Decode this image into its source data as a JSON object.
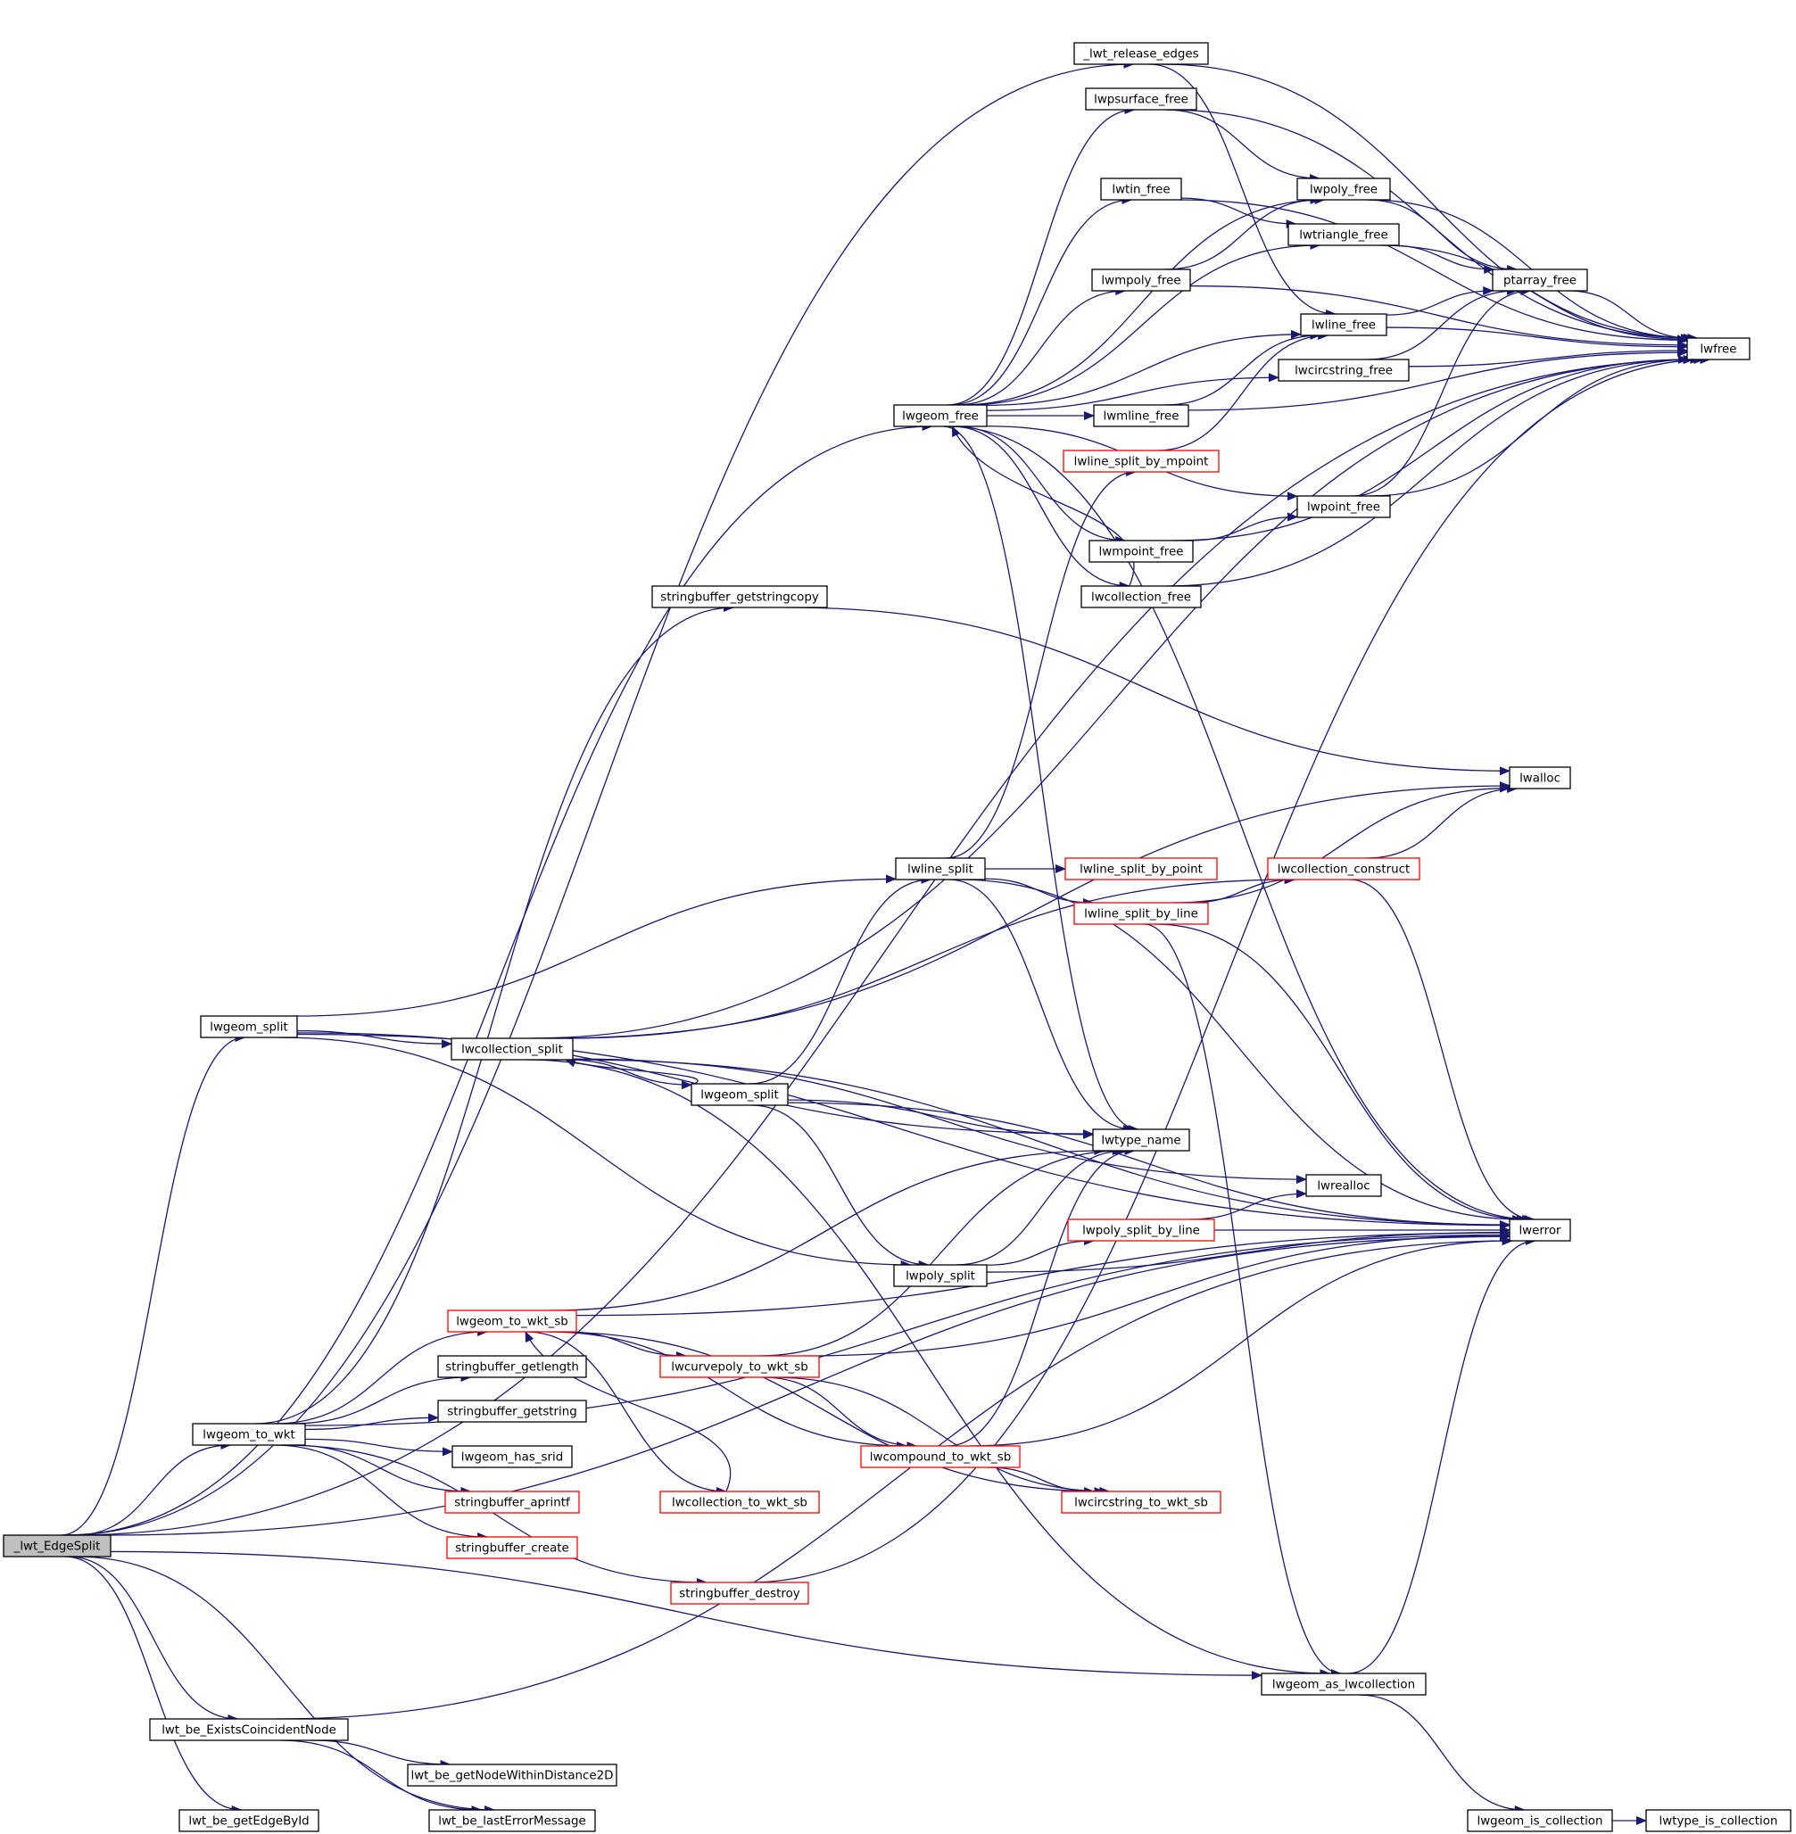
{
  "graph": {
    "title": "",
    "colors": {
      "edge": "#191970",
      "root_fill": "#bfbfbf",
      "node_border": "#000000",
      "red_border": "#ff0000",
      "background": "#ffffff"
    },
    "nodes": [
      {
        "id": "lwt_EdgeSplit",
        "label": "_lwt_EdgeSplit",
        "style": "root"
      },
      {
        "id": "lwt_release_edges",
        "label": "_lwt_release_edges",
        "style": "normal"
      },
      {
        "id": "lwfree",
        "label": "lwfree",
        "style": "normal"
      },
      {
        "id": "lwpsurface_free",
        "label": "lwpsurface_free",
        "style": "normal"
      },
      {
        "id": "lwpoly_free",
        "label": "lwpoly_free",
        "style": "normal"
      },
      {
        "id": "lwtin_free",
        "label": "lwtin_free",
        "style": "normal"
      },
      {
        "id": "lwtriangle_free",
        "label": "lwtriangle_free",
        "style": "normal"
      },
      {
        "id": "lwmpoly_free",
        "label": "lwmpoly_free",
        "style": "normal"
      },
      {
        "id": "ptarray_free",
        "label": "ptarray_free",
        "style": "normal"
      },
      {
        "id": "lwline_free",
        "label": "lwline_free",
        "style": "normal"
      },
      {
        "id": "lwcircstring_free",
        "label": "lwcircstring_free",
        "style": "normal"
      },
      {
        "id": "lwgeom_free",
        "label": "lwgeom_free",
        "style": "normal"
      },
      {
        "id": "lwmline_free",
        "label": "lwmline_free",
        "style": "normal"
      },
      {
        "id": "lwline_split_by_mpoint",
        "label": "lwline_split_by_mpoint",
        "style": "red"
      },
      {
        "id": "lwpoint_free",
        "label": "lwpoint_free",
        "style": "normal"
      },
      {
        "id": "lwmpoint_free",
        "label": "lwmpoint_free",
        "style": "normal"
      },
      {
        "id": "lwcollection_free",
        "label": "lwcollection_free",
        "style": "normal"
      },
      {
        "id": "stringbuffer_getstringcopy",
        "label": "stringbuffer_getstringcopy",
        "style": "normal"
      },
      {
        "id": "lwalloc",
        "label": "lwalloc",
        "style": "normal"
      },
      {
        "id": "lwline_split",
        "label": "lwline_split",
        "style": "normal"
      },
      {
        "id": "lwline_split_by_point",
        "label": "lwline_split_by_point",
        "style": "red"
      },
      {
        "id": "lwcollection_construct",
        "label": "lwcollection_construct",
        "style": "red"
      },
      {
        "id": "lwline_split_by_line",
        "label": "lwline_split_by_line",
        "style": "red"
      },
      {
        "id": "lwgeom_split_top",
        "label": "lwgeom_split",
        "style": "normal"
      },
      {
        "id": "lwcollection_split",
        "label": "lwcollection_split",
        "style": "normal"
      },
      {
        "id": "lwgeom_split_mid",
        "label": "lwgeom_split",
        "style": "normal"
      },
      {
        "id": "lwtype_name",
        "label": "lwtype_name",
        "style": "normal"
      },
      {
        "id": "lwrealloc",
        "label": "lwrealloc",
        "style": "normal"
      },
      {
        "id": "lwpoly_split_by_line",
        "label": "lwpoly_split_by_line",
        "style": "red"
      },
      {
        "id": "lwerror",
        "label": "lwerror",
        "style": "normal"
      },
      {
        "id": "lwpoly_split",
        "label": "lwpoly_split",
        "style": "normal"
      },
      {
        "id": "lwgeom_to_wkt_sb",
        "label": "lwgeom_to_wkt_sb",
        "style": "red"
      },
      {
        "id": "stringbuffer_getlength",
        "label": "stringbuffer_getlength",
        "style": "normal"
      },
      {
        "id": "lwcurvepoly_to_wkt_sb",
        "label": "lwcurvepoly_to_wkt_sb",
        "style": "red"
      },
      {
        "id": "stringbuffer_getstring",
        "label": "stringbuffer_getstring",
        "style": "normal"
      },
      {
        "id": "lwgeom_to_wkt",
        "label": "lwgeom_to_wkt",
        "style": "normal"
      },
      {
        "id": "lwgeom_has_srid",
        "label": "lwgeom_has_srid",
        "style": "normal"
      },
      {
        "id": "lwcompound_to_wkt_sb",
        "label": "lwcompound_to_wkt_sb",
        "style": "red"
      },
      {
        "id": "stringbuffer_aprintf",
        "label": "stringbuffer_aprintf",
        "style": "red"
      },
      {
        "id": "lwcollection_to_wkt_sb",
        "label": "lwcollection_to_wkt_sb",
        "style": "red"
      },
      {
        "id": "lwcircstring_to_wkt_sb",
        "label": "lwcircstring_to_wkt_sb",
        "style": "red"
      },
      {
        "id": "stringbuffer_create",
        "label": "stringbuffer_create",
        "style": "red"
      },
      {
        "id": "stringbuffer_destroy",
        "label": "stringbuffer_destroy",
        "style": "red"
      },
      {
        "id": "lwgeom_as_lwcollection",
        "label": "lwgeom_as_lwcollection",
        "style": "normal"
      },
      {
        "id": "lwt_be_ExistsCoincidentNode",
        "label": "lwt_be_ExistsCoincidentNode",
        "style": "normal"
      },
      {
        "id": "lwt_be_getNodeWithinDistance2D",
        "label": "lwt_be_getNodeWithinDistance2D",
        "style": "normal"
      },
      {
        "id": "lwt_be_getEdgeById",
        "label": "lwt_be_getEdgeById",
        "style": "normal"
      },
      {
        "id": "lwt_be_lastErrorMessage",
        "label": "lwt_be_lastErrorMessage",
        "style": "normal"
      },
      {
        "id": "lwgeom_is_collection",
        "label": "lwgeom_is_collection",
        "style": "normal"
      },
      {
        "id": "lwtype_is_collection",
        "label": "lwtype_is_collection",
        "style": "normal"
      }
    ],
    "edges": [
      [
        "lwt_EdgeSplit",
        "lwt_release_edges"
      ],
      [
        "lwt_EdgeSplit",
        "lwfree"
      ],
      [
        "lwt_EdgeSplit",
        "lwgeom_free"
      ],
      [
        "lwt_EdgeSplit",
        "lwgeom_split_top"
      ],
      [
        "lwt_EdgeSplit",
        "lwgeom_to_wkt"
      ],
      [
        "lwt_EdgeSplit",
        "lwerror"
      ],
      [
        "lwt_EdgeSplit",
        "lwgeom_as_lwcollection"
      ],
      [
        "lwt_EdgeSplit",
        "lwt_be_ExistsCoincidentNode"
      ],
      [
        "lwt_EdgeSplit",
        "lwt_be_getEdgeById"
      ],
      [
        "lwt_EdgeSplit",
        "lwt_be_lastErrorMessage"
      ],
      [
        "lwt_release_edges",
        "lwfree"
      ],
      [
        "lwt_release_edges",
        "lwline_free"
      ],
      [
        "lwpsurface_free",
        "lwfree"
      ],
      [
        "lwpsurface_free",
        "lwpoly_free"
      ],
      [
        "lwpoly_free",
        "lwfree"
      ],
      [
        "lwpoly_free",
        "ptarray_free"
      ],
      [
        "lwtin_free",
        "lwfree"
      ],
      [
        "lwtin_free",
        "lwtriangle_free"
      ],
      [
        "lwtriangle_free",
        "lwfree"
      ],
      [
        "lwtriangle_free",
        "ptarray_free"
      ],
      [
        "lwmpoly_free",
        "lwpoly_free"
      ],
      [
        "lwmpoly_free",
        "lwfree"
      ],
      [
        "ptarray_free",
        "lwfree"
      ],
      [
        "lwline_free",
        "ptarray_free"
      ],
      [
        "lwline_free",
        "lwfree"
      ],
      [
        "lwcircstring_free",
        "ptarray_free"
      ],
      [
        "lwcircstring_free",
        "lwfree"
      ],
      [
        "lwgeom_free",
        "lwpsurface_free"
      ],
      [
        "lwgeom_free",
        "lwpoly_free"
      ],
      [
        "lwgeom_free",
        "lwtin_free"
      ],
      [
        "lwgeom_free",
        "lwtriangle_free"
      ],
      [
        "lwgeom_free",
        "lwmpoly_free"
      ],
      [
        "lwgeom_free",
        "lwline_free"
      ],
      [
        "lwgeom_free",
        "lwcircstring_free"
      ],
      [
        "lwgeom_free",
        "lwmline_free"
      ],
      [
        "lwgeom_free",
        "lwpoint_free"
      ],
      [
        "lwgeom_free",
        "lwmpoint_free"
      ],
      [
        "lwgeom_free",
        "lwcollection_free"
      ],
      [
        "lwgeom_free",
        "lwtype_name"
      ],
      [
        "lwgeom_free",
        "lwerror"
      ],
      [
        "lwmline_free",
        "lwline_free"
      ],
      [
        "lwmline_free",
        "lwfree"
      ],
      [
        "lwline_split_by_mpoint",
        "lwline_free"
      ],
      [
        "lwpoint_free",
        "ptarray_free"
      ],
      [
        "lwpoint_free",
        "lwfree"
      ],
      [
        "lwmpoint_free",
        "lwpoint_free"
      ],
      [
        "lwmpoint_free",
        "lwfree"
      ],
      [
        "lwcollection_free",
        "lwgeom_free"
      ],
      [
        "lwcollection_free",
        "lwfree"
      ],
      [
        "stringbuffer_getstringcopy",
        "lwalloc"
      ],
      [
        "lwline_split",
        "lwline_split_by_mpoint"
      ],
      [
        "lwline_split",
        "lwline_split_by_point"
      ],
      [
        "lwline_split",
        "lwline_split_by_line"
      ],
      [
        "lwline_split",
        "lwtype_name"
      ],
      [
        "lwline_split",
        "lwerror"
      ],
      [
        "lwline_split_by_line",
        "lwalloc"
      ],
      [
        "lwline_split_by_line",
        "lwcollection_construct"
      ],
      [
        "lwline_split_by_line",
        "lwerror"
      ],
      [
        "lwline_split_by_line",
        "lwgeom_as_lwcollection"
      ],
      [
        "lwcollection_construct",
        "lwalloc"
      ],
      [
        "lwcollection_construct",
        "lwerror"
      ],
      [
        "lwgeom_split_top",
        "lwline_split"
      ],
      [
        "lwgeom_split_top",
        "lwcollection_split"
      ],
      [
        "lwgeom_split_top",
        "lwtype_name"
      ],
      [
        "lwgeom_split_top",
        "lwerror"
      ],
      [
        "lwgeom_split_top",
        "lwpoly_split"
      ],
      [
        "lwcollection_split",
        "lwfree"
      ],
      [
        "lwcollection_split",
        "lwalloc"
      ],
      [
        "lwcollection_split",
        "lwcollection_construct"
      ],
      [
        "lwcollection_split",
        "lwgeom_split_mid"
      ],
      [
        "lwcollection_split",
        "lwrealloc"
      ],
      [
        "lwcollection_split",
        "lwerror"
      ],
      [
        "lwcollection_split",
        "lwgeom_as_lwcollection"
      ],
      [
        "lwgeom_split_mid",
        "lwcollection_split"
      ],
      [
        "lwgeom_split_mid",
        "lwline_split"
      ],
      [
        "lwgeom_split_mid",
        "lwtype_name"
      ],
      [
        "lwgeom_split_mid",
        "lwerror"
      ],
      [
        "lwgeom_split_mid",
        "lwpoly_split"
      ],
      [
        "lwpoly_split_by_line",
        "lwrealloc"
      ],
      [
        "lwpoly_split_by_line",
        "lwerror"
      ],
      [
        "lwpoly_split",
        "lwtype_name"
      ],
      [
        "lwpoly_split",
        "lwpoly_split_by_line"
      ],
      [
        "lwpoly_split",
        "lwerror"
      ],
      [
        "lwgeom_to_wkt_sb",
        "lwtype_name"
      ],
      [
        "lwgeom_to_wkt_sb",
        "lwerror"
      ],
      [
        "lwgeom_to_wkt_sb",
        "lwcurvepoly_to_wkt_sb"
      ],
      [
        "lwgeom_to_wkt_sb",
        "lwcompound_to_wkt_sb"
      ],
      [
        "lwgeom_to_wkt_sb",
        "lwcollection_to_wkt_sb"
      ],
      [
        "lwgeom_to_wkt_sb",
        "lwcircstring_to_wkt_sb"
      ],
      [
        "lwcurvepoly_to_wkt_sb",
        "lwtype_name"
      ],
      [
        "lwcurvepoly_to_wkt_sb",
        "lwerror"
      ],
      [
        "lwcurvepoly_to_wkt_sb",
        "lwcompound_to_wkt_sb"
      ],
      [
        "lwcurvepoly_to_wkt_sb",
        "lwcircstring_to_wkt_sb"
      ],
      [
        "lwcompound_to_wkt_sb",
        "lwtype_name"
      ],
      [
        "lwcompound_to_wkt_sb",
        "lwerror"
      ],
      [
        "lwcompound_to_wkt_sb",
        "lwcircstring_to_wkt_sb"
      ],
      [
        "lwcollection_to_wkt_sb",
        "lwgeom_to_wkt_sb"
      ],
      [
        "lwgeom_to_wkt",
        "stringbuffer_getstringcopy"
      ],
      [
        "lwgeom_to_wkt",
        "lwgeom_to_wkt_sb"
      ],
      [
        "lwgeom_to_wkt",
        "stringbuffer_getlength"
      ],
      [
        "lwgeom_to_wkt",
        "stringbuffer_getstring"
      ],
      [
        "lwgeom_to_wkt",
        "lwgeom_has_srid"
      ],
      [
        "lwgeom_to_wkt",
        "stringbuffer_aprintf"
      ],
      [
        "lwgeom_to_wkt",
        "stringbuffer_create"
      ],
      [
        "lwgeom_to_wkt",
        "stringbuffer_destroy"
      ],
      [
        "lwgeom_to_wkt",
        "lwerror"
      ],
      [
        "stringbuffer_destroy",
        "lwfree"
      ],
      [
        "lwgeom_as_lwcollection",
        "lwgeom_is_collection"
      ],
      [
        "lwgeom_as_lwcollection",
        "lwerror"
      ],
      [
        "lwgeom_is_collection",
        "lwtype_is_collection"
      ],
      [
        "lwt_be_ExistsCoincidentNode",
        "lwerror"
      ],
      [
        "lwt_be_ExistsCoincidentNode",
        "lwt_be_getNodeWithinDistance2D"
      ],
      [
        "lwt_be_ExistsCoincidentNode",
        "lwt_be_lastErrorMessage"
      ]
    ]
  }
}
